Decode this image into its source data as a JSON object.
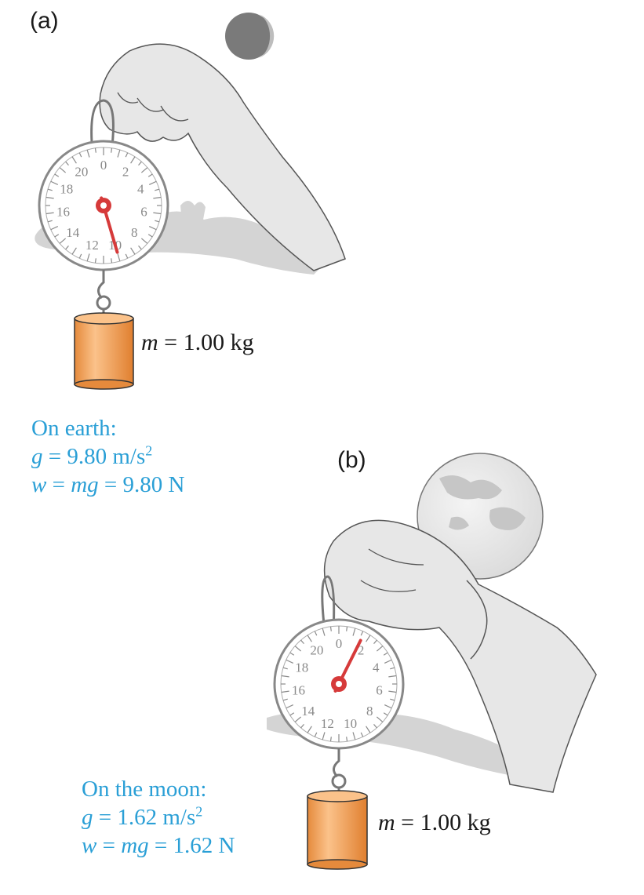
{
  "panel_a": {
    "label": "(a)",
    "mass_symbol": "m",
    "mass_value": "= 1.00 kg",
    "location": "On earth:",
    "g_symbol": "g",
    "g_value": "= 9.80 m/s",
    "g_exponent": "2",
    "w_symbol": "w",
    "w_eq": "=",
    "w_mg": "mg",
    "w_value": "= 9.80 N",
    "dial_numbers": [
      "20",
      "0",
      "2",
      "4",
      "6",
      "8",
      "10",
      "12",
      "14",
      "16",
      "18"
    ],
    "needle_reading": 10
  },
  "panel_b": {
    "label": "(b)",
    "mass_symbol": "m",
    "mass_value": "= 1.00 kg",
    "location": "On the moon:",
    "g_symbol": "g",
    "g_value": "= 1.62 m/s",
    "g_exponent": "2",
    "w_symbol": "w",
    "w_eq": "=",
    "w_mg": "mg",
    "w_value": "= 1.62 N",
    "dial_numbers": [
      "20",
      "0",
      "2",
      "4",
      "6",
      "8",
      "10",
      "12",
      "14",
      "16",
      "18"
    ],
    "needle_reading": 1.62
  },
  "colors": {
    "text_blue": "#2a9fd6",
    "weight_orange": "#f2a35a",
    "needle_red": "#d63a3a"
  }
}
